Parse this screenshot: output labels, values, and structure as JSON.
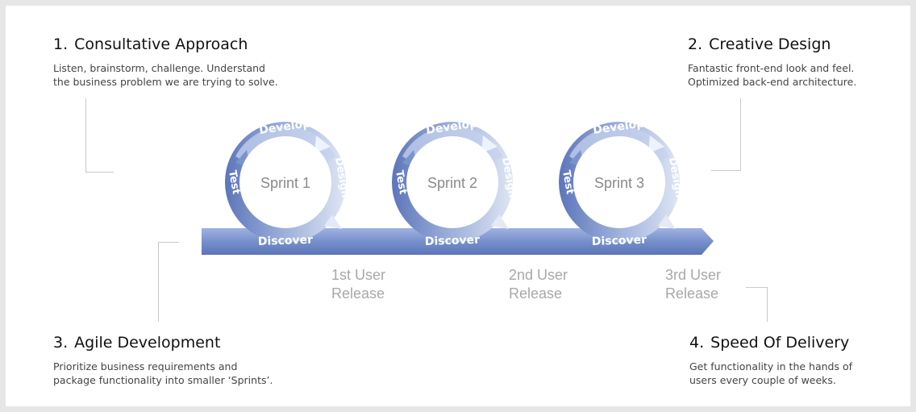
{
  "steps": [
    {
      "num": "1.",
      "title": "Consultative Approach",
      "lines": [
        "Listen, brainstorm, challenge.  Understand",
        "the business problem we are trying to solve."
      ]
    },
    {
      "num": "2.",
      "title": "Creative Design",
      "lines": [
        "Fantastic front-end look and feel.",
        "Optimized back-end architecture."
      ]
    },
    {
      "num": "3.",
      "title": "Agile Development",
      "lines": [
        "Prioritize business requirements and",
        "package functionality into smaller ‘Sprints’."
      ]
    },
    {
      "num": "4.",
      "title": "Speed Of Delivery",
      "lines": [
        "Get functionality in the hands of",
        "users every couple of weeks."
      ]
    }
  ],
  "sprints": [
    {
      "label": "Sprint 1",
      "develop": "Develop",
      "design": "Design",
      "test": "Test",
      "discover": "Discover"
    },
    {
      "label": "Sprint 2",
      "develop": "Develop",
      "design": "Design",
      "test": "Test",
      "discover": "Discover"
    },
    {
      "label": "Sprint 3",
      "develop": "Develop",
      "design": "Design",
      "test": "Test",
      "discover": "Discover"
    }
  ],
  "releases": [
    {
      "line1": "1st User",
      "line2": "Release"
    },
    {
      "line1": "2nd User",
      "line2": "Release"
    },
    {
      "line1": "3rd User",
      "line2": "Release"
    }
  ],
  "colors": {
    "ring_light": "#d5deef",
    "ring_mid": "#a9b9df",
    "ring_dark": "#6c84c2",
    "arrow": "#6f88c6",
    "sprint_text": "#8a8a8a",
    "release_text": "#a8a8a8"
  }
}
